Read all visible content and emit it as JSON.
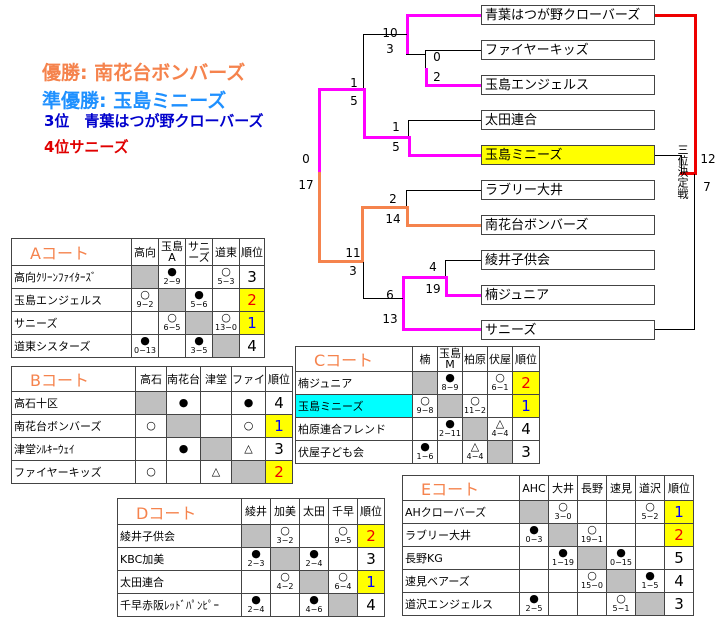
{
  "results": {
    "champion": "優勝: 南花台ボンバーズ",
    "runner_up": "準優勝: 玉島ミニーズ",
    "third": "3位　青葉はつが野クローバーズ",
    "fourth": "4位サニーズ"
  },
  "bracket": {
    "teams": [
      "青葉はつが野クローバーズ",
      "ファイヤーキッズ",
      "玉島エンジェルス",
      "太田連合",
      "玉島ミニーズ",
      "ラブリー大井",
      "南花台ボンバーズ",
      "綾井子供会",
      "楠ジュニア",
      "サニーズ"
    ],
    "scores": {
      "r1a_top": "10",
      "r1a_bot": "3",
      "r1b_top": "0",
      "r1b_bot": "2",
      "r2a_top": "1",
      "r2a_bot": "5",
      "r1c_top": "1",
      "r1c_bot": "5",
      "r1d_top": "2",
      "r1d_bot": "14",
      "r1e_top": "4",
      "r1e_bot": "19",
      "r2b_top": "11",
      "r2b_bot": "3",
      "r1f_top": "6",
      "r1f_bot": "13",
      "final_top": "0",
      "final_bot": "17",
      "third_top": "12",
      "third_bot": "7"
    },
    "third_place_label": "三位決定戦"
  },
  "tables": {
    "A": {
      "title": "Aコート",
      "headers": [
        "高向",
        "玉島\nA",
        "サニ\nーズ",
        "道東",
        "順位"
      ],
      "rows": [
        {
          "name": "高向ｸﾘｰﾝﾌｧｲﾀｰｽﾞ",
          "cells": [
            null,
            [
              "●",
              "2−9"
            ],
            "",
            [
              "○",
              "5−3"
            ]
          ],
          "rank": "3"
        },
        {
          "name": "玉島エンジェルス",
          "cells": [
            [
              "○",
              "9−2"
            ],
            null,
            [
              "●",
              "5−6"
            ],
            ""
          ],
          "rank": "2"
        },
        {
          "name": "サニーズ",
          "cells": [
            "",
            [
              "○",
              "6−5"
            ],
            null,
            [
              "○",
              "13−0"
            ]
          ],
          "rank": "1"
        },
        {
          "name": "道東シスターズ",
          "cells": [
            [
              "●",
              "0−13"
            ],
            "",
            [
              "●",
              "3−5"
            ],
            null
          ],
          "rank": "4"
        }
      ]
    },
    "B": {
      "title": "Bコート",
      "headers": [
        "高石",
        "南花台",
        "津堂",
        "ファイ",
        "順位"
      ],
      "rows": [
        {
          "name": "高石十区",
          "cells": [
            null,
            [
              "●",
              ""
            ],
            "",
            [
              "●",
              ""
            ]
          ],
          "rank": "4"
        },
        {
          "name": "南花台ボンバーズ",
          "cells": [
            [
              "○",
              ""
            ],
            null,
            "",
            [
              "○",
              ""
            ]
          ],
          "rank": "1"
        },
        {
          "name": "津堂ｼﾙｷｰｳｪｲ",
          "cells": [
            "",
            [
              "●",
              ""
            ],
            null,
            [
              "△",
              ""
            ]
          ],
          "rank": "3"
        },
        {
          "name": "ファイヤーキッズ",
          "cells": [
            [
              "○",
              ""
            ],
            "",
            [
              "△",
              ""
            ],
            null
          ],
          "rank": "2"
        }
      ]
    },
    "C": {
      "title": "Cコート",
      "headers": [
        "楠",
        "玉島\nM",
        "柏原",
        "伏屋",
        "順位"
      ],
      "rows": [
        {
          "name": "楠ジュニア",
          "cells": [
            null,
            [
              "●",
              "8−9"
            ],
            "",
            [
              "○",
              "6−1"
            ]
          ],
          "rank": "2"
        },
        {
          "name": "玉島ミニーズ",
          "cells": [
            [
              "○",
              "9−8"
            ],
            null,
            [
              "○",
              "11−2"
            ],
            ""
          ],
          "rank": "1"
        },
        {
          "name": "柏原連合フレンド",
          "cells": [
            "",
            [
              "●",
              "2−11"
            ],
            null,
            [
              "△",
              "4−4"
            ]
          ],
          "rank": "4"
        },
        {
          "name": "伏屋子ども会",
          "cells": [
            [
              "●",
              "1−6"
            ],
            "",
            [
              "△",
              "4−4"
            ],
            null
          ],
          "rank": "3"
        }
      ]
    },
    "D": {
      "title": "Dコート",
      "headers": [
        "綾井",
        "加美",
        "太田",
        "千早",
        "順位"
      ],
      "rows": [
        {
          "name": "綾井子供会",
          "cells": [
            null,
            [
              "○",
              "3−2"
            ],
            "",
            [
              "○",
              "9−5"
            ]
          ],
          "rank": "2"
        },
        {
          "name": "KBC加美",
          "cells": [
            [
              "●",
              "2−3"
            ],
            null,
            [
              "●",
              "2−4"
            ],
            ""
          ],
          "rank": "3"
        },
        {
          "name": "太田連合",
          "cells": [
            "",
            [
              "○",
              "4−2"
            ],
            null,
            [
              "○",
              "6−4"
            ]
          ],
          "rank": "1"
        },
        {
          "name": "千早赤阪ﾚｯﾄﾞﾊﾟﾝﾋﾟｰ",
          "cells": [
            [
              "●",
              "2−4"
            ],
            "",
            [
              "●",
              "4−6"
            ],
            null
          ],
          "rank": "4"
        }
      ]
    },
    "E": {
      "title": "Eコート",
      "headers": [
        "AHC",
        "大井",
        "長野",
        "速見",
        "道沢",
        "順位"
      ],
      "rows": [
        {
          "name": "AHクローバーズ",
          "cells": [
            null,
            [
              "○",
              "3−0"
            ],
            "",
            "",
            [
              "○",
              "5−2"
            ]
          ],
          "rank": "1"
        },
        {
          "name": "ラブリー大井",
          "cells": [
            [
              "●",
              "0−3"
            ],
            null,
            [
              "○",
              "19−1"
            ],
            "",
            ""
          ],
          "rank": "2"
        },
        {
          "name": "長野KG",
          "cells": [
            "",
            [
              "●",
              "1−19"
            ],
            null,
            [
              "●",
              "0−15"
            ],
            ""
          ],
          "rank": "5"
        },
        {
          "name": "速見ベアーズ",
          "cells": [
            "",
            "",
            [
              "○",
              "15−0"
            ],
            null,
            [
              "●",
              "1−5"
            ]
          ],
          "rank": "4"
        },
        {
          "name": "道沢エンジェルス",
          "cells": [
            [
              "●",
              "2−5"
            ],
            "",
            "",
            [
              "○",
              "5−1"
            ],
            null
          ],
          "rank": "3"
        }
      ]
    }
  },
  "colors": {
    "orange": "#f5834d",
    "magenta": "#ff00ff",
    "blue": "#1e90ff",
    "navy": "#0000cc",
    "red": "#e00000",
    "highlight": "#ffff00",
    "cyan": "#00ffff",
    "self": "#c0c0c0"
  }
}
